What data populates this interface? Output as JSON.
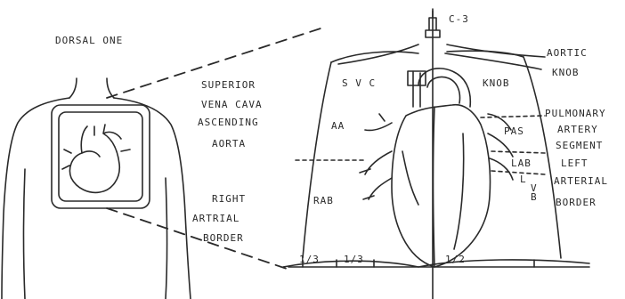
{
  "figure": {
    "title": "DORSAL ONE",
    "ink_color": "#2a2a2a"
  },
  "labels": {
    "c3": "C-3",
    "svc_inner": "S V C",
    "knob_inner": "KNOB",
    "aa": "AA",
    "pas": "PAS",
    "lab": "LAB",
    "lv_l": "L",
    "lv_v": "V",
    "lv_b": "B",
    "rab": "RAB",
    "aortic": "AORTIC",
    "knob": "KNOB",
    "pulmonary": "PULMONARY",
    "artery": "ARTERY",
    "segment": "SEGMENT",
    "left": "LEFT",
    "arterial": "ARTERIAL",
    "border_left": "BORDER",
    "superior": "SUPERIOR",
    "vena_cava": "VENA CAVA",
    "ascending": "ASCENDING",
    "aorta": "AORTA",
    "right": "RIGHT",
    "artrial": "ARTRIAL",
    "border_right": "BORDER",
    "frac_1": "1/3",
    "frac_2": "1/3",
    "frac_3": "1/2"
  }
}
